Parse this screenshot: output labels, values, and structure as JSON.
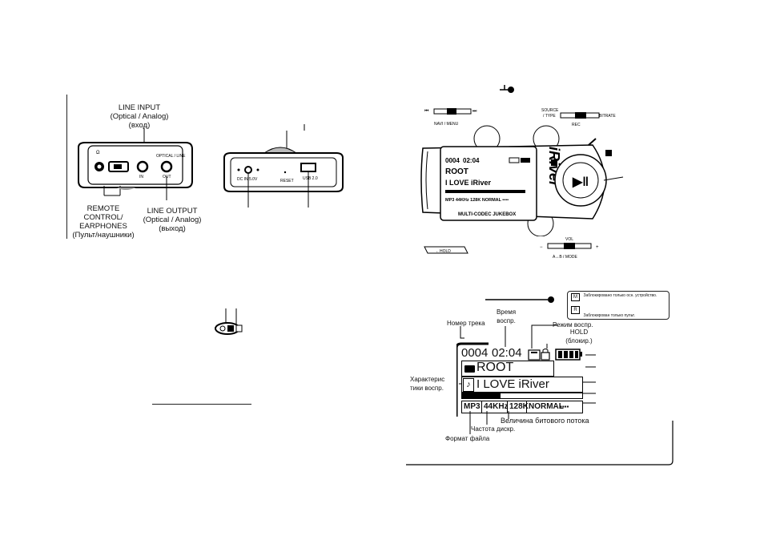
{
  "left_top": {
    "line_input": "LINE INPUT",
    "line_input_sub": "(Optical / Analog)",
    "line_input_ru": "(вход)",
    "optical_line": "OPTICAL / LINE",
    "in": "IN",
    "out": "OUT",
    "remote_1": "REMOTE",
    "remote_2": "CONTROL/",
    "remote_3": "EARPHONES",
    "remote_ru": "(Пульт/наушники)",
    "line_output": "LINE OUTPUT",
    "line_output_sub": "(Optical / Analog)",
    "line_output_ru": "(выход)",
    "dc_in": "DC IN 5.0V",
    "reset": "RESET",
    "usb": "USB 2.0"
  },
  "right_top": {
    "navi_menu": "NAVI / MENU",
    "source_type": "SOURCE / TYPE",
    "bitrate": "BITRATE",
    "rec": "REC",
    "hold": "HOLD",
    "vol": "VOL",
    "ab_mode": "A↔B / MODE",
    "lcd": {
      "track": "0004",
      "time": "02:04",
      "folder": "ROOT",
      "song": "I LOVE iRiver",
      "info": "MP3  44KHz  128K  NORMAL ▪▪▪▪",
      "footer": "MULTI-CODEC JUKEBOX"
    }
  },
  "display": {
    "note_main": "Заблокировано только осн. устройство.",
    "note_remote": "Заблокирован только пульт.",
    "note_m": "M",
    "note_r": "R",
    "track_no_label": "Номер трека",
    "time_label_1": "Время",
    "time_label_2": "воспр.",
    "mode_label": "Режим воспр.",
    "hold_label_1": "HOLD",
    "hold_label_2": "(блокир.)",
    "char_label_1": "Характерис",
    "char_label_2": "тики воспр.",
    "bitrate_label": "Величина битового потока",
    "freq_label": "Частота дискр.",
    "format_label": "Формат файла",
    "track": "0004",
    "time": "02:04",
    "folder": "ROOT",
    "song": "I LOVE iRiver",
    "fmt": "MP3",
    "freq": "44KHz",
    "br": "128K",
    "eq": "NORMAL",
    "dots": "▪▪▪▪"
  }
}
